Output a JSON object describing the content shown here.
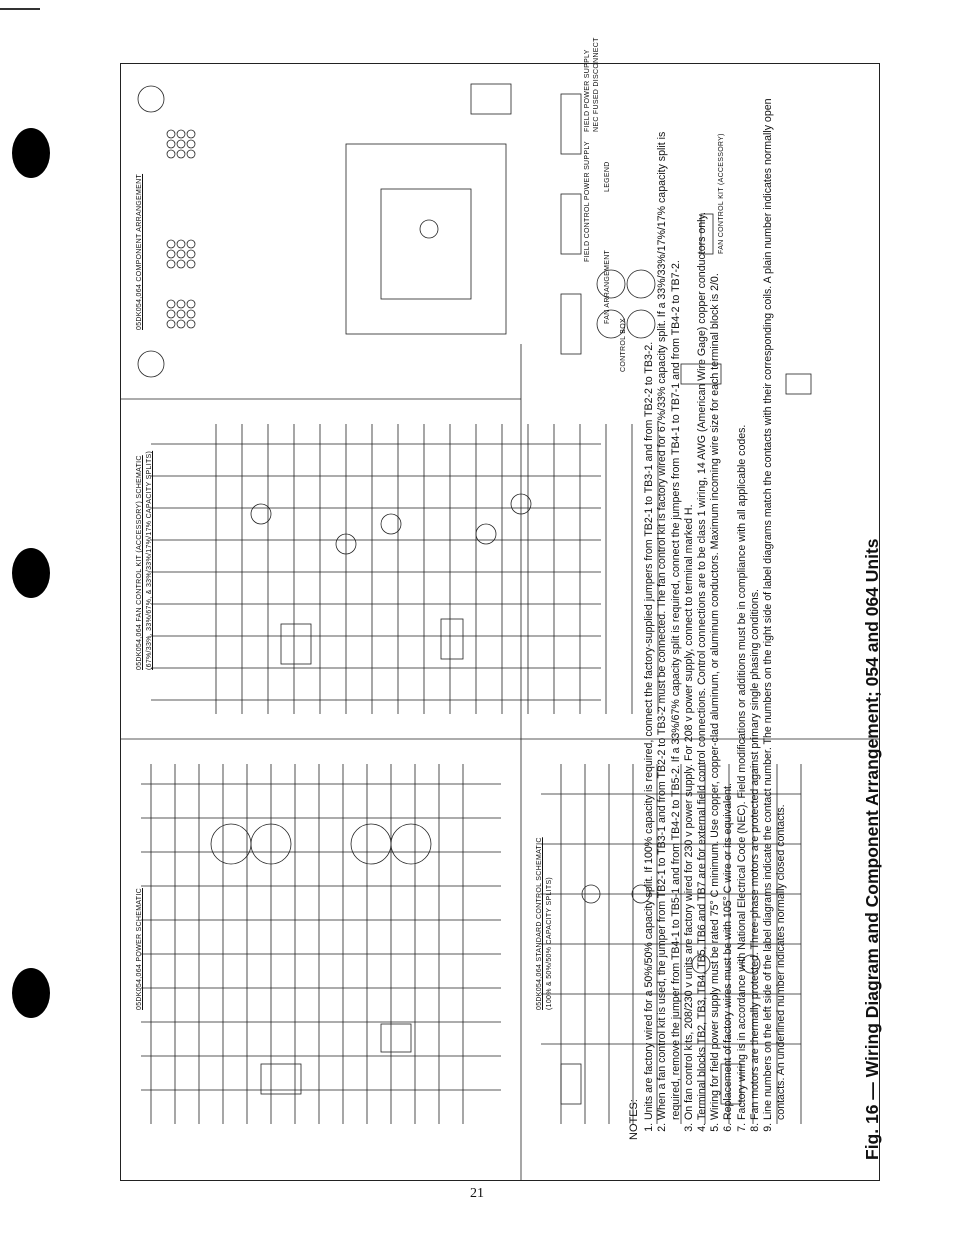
{
  "page_number": "21",
  "figure_caption": "Fig. 16 — Wiring Diagram and Component Arrangement; 054 and 064 Units",
  "schematics": {
    "power": "05DK054,064 POWER SCHEMATIC",
    "standard_control": "05DK054,064 STANDARD CONTROL SCHEMATIC",
    "standard_control_sub": "(100% & 50%/50% CAPACITY SPLITS)",
    "fan_control_kit": "05DK054,064 FAN CONTROL KIT (ACCESSORY) SCHEMATIC",
    "fan_control_kit_sub": "(67%/33%, 33%/67%, & 33%/33%/17%/17% CAPACITY SPLITS)",
    "component": "05DK054,064 COMPONENT ARRANGEMENT"
  },
  "component_labels": [
    "LEGEND",
    "FAN ARRANGEMENT",
    "FIELD CONTROL POWER SUPPLY",
    "FIELD POWER SUPPLY",
    "NEC FUSED DISCONNECT",
    "CONTROL BOX",
    "FAN CONTROL KIT (ACCESSORY)"
  ],
  "notes_heading": "NOTES:",
  "notes": [
    "Units are factory wired for a 50%/50% capacity split. If 100% capacity is required, connect the factory-supplied jumpers from TB2-1 to TB3-1 and from TB2-2 to TB3-2.",
    "When a fan control kit is used, the jumper from TB2-1 to TB3-1 and from TB2-2 to TB3-2 must be connected. The fan control kit is factory wired for 67%/33% capacity split. If a 33%/33%/17%/17% capacity split is required, remove the jumper from TB4-1 to TB5-1 and from TB4-2 to TB5-2. If a 33%/67% capacity split is required, connect the jumpers from TB4-1 to TB7-1 and from TB4-2 to TB7-2.",
    "On fan control kits, 208/230 v units are factory wired for 230 v power supply. For 208 v power supply, connect to terminal marked H.",
    "Terminal blocks TB2, TB3, TB4, TB5, TB6 and TB7 are for external field control connections. Control connections are to be class 1 wiring, 14 AWG (American Wire Gage) copper conductors only.",
    "Wiring for field power supply must be rated 75° C minimum. Use copper, copper-clad aluminum, or aluminum conductors. Maximum incoming wire size for each terminal block is 2/0.",
    "Replacement of factory wires must be with 105° C wire or its equivalent.",
    "Factory wiring is in accordance with National Electrical Code (NEC). Field modifications or additions must be in compliance with all applicable codes.",
    "Fan motors are thermally protected. Three-phase motors are protected against primary single phasing conditions.",
    "Line numbers on the left side of the label diagrams indicate the contact number. The numbers on the right side of label diagrams match the contacts with their corresponding coils. A plain number indicates normally open contacts. An underlined number indicates normally closed contacts."
  ]
}
